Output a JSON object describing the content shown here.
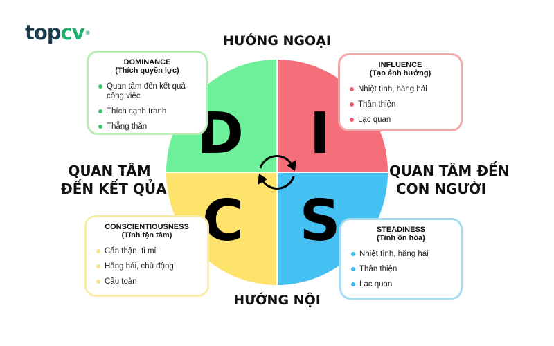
{
  "logo": {
    "part1": "top",
    "part2": "cv",
    "reg": "®"
  },
  "axes": {
    "top": "HƯỚNG NGOẠI",
    "bottom": "HƯỚNG NỘI",
    "left_line1": "QUAN TÂM",
    "left_line2": "ĐẾN KẾT QỦA",
    "right_line1": "QUAN TÂM ĐẾN",
    "right_line2": "CON NGƯỜI"
  },
  "quadrants": {
    "d": {
      "letter": "D",
      "color": "#6ef09a"
    },
    "i": {
      "letter": "I",
      "color": "#f56f7b"
    },
    "c": {
      "letter": "C",
      "color": "#fde36b"
    },
    "s": {
      "letter": "S",
      "color": "#45c0f2"
    }
  },
  "boxes": {
    "dominance": {
      "title": "DOMINANCE",
      "subtitle": "(Thích quyền lực)",
      "bullet_color": "#3ec96c",
      "items": [
        "Quan tâm đến kết quả công việc",
        "Thích cạnh tranh",
        "Thẳng thắn"
      ]
    },
    "influence": {
      "title": "INFLUENCE",
      "subtitle": "(Tạo ảnh hưởng)",
      "bullet_color": "#f15b6c",
      "items": [
        "Nhiệt tình, hăng hái",
        "Thân thiện",
        "Lạc quan"
      ]
    },
    "conscientiousness": {
      "title": "CONSCIENTIOUSNESS",
      "subtitle": "(Tính tận tâm)",
      "bullet_color": "#f7e38a",
      "items": [
        "Cẩn thận, tỉ mỉ",
        "Hăng hái, chủ động",
        "Cầu toàn"
      ]
    },
    "steadiness": {
      "title": "STEADINESS",
      "subtitle": "(Tính ôn hòa)",
      "bullet_color": "#3bb8e8",
      "items": [
        "Nhiệt tình, hăng hái",
        "Thân thiện",
        "Lạc quan"
      ]
    }
  }
}
